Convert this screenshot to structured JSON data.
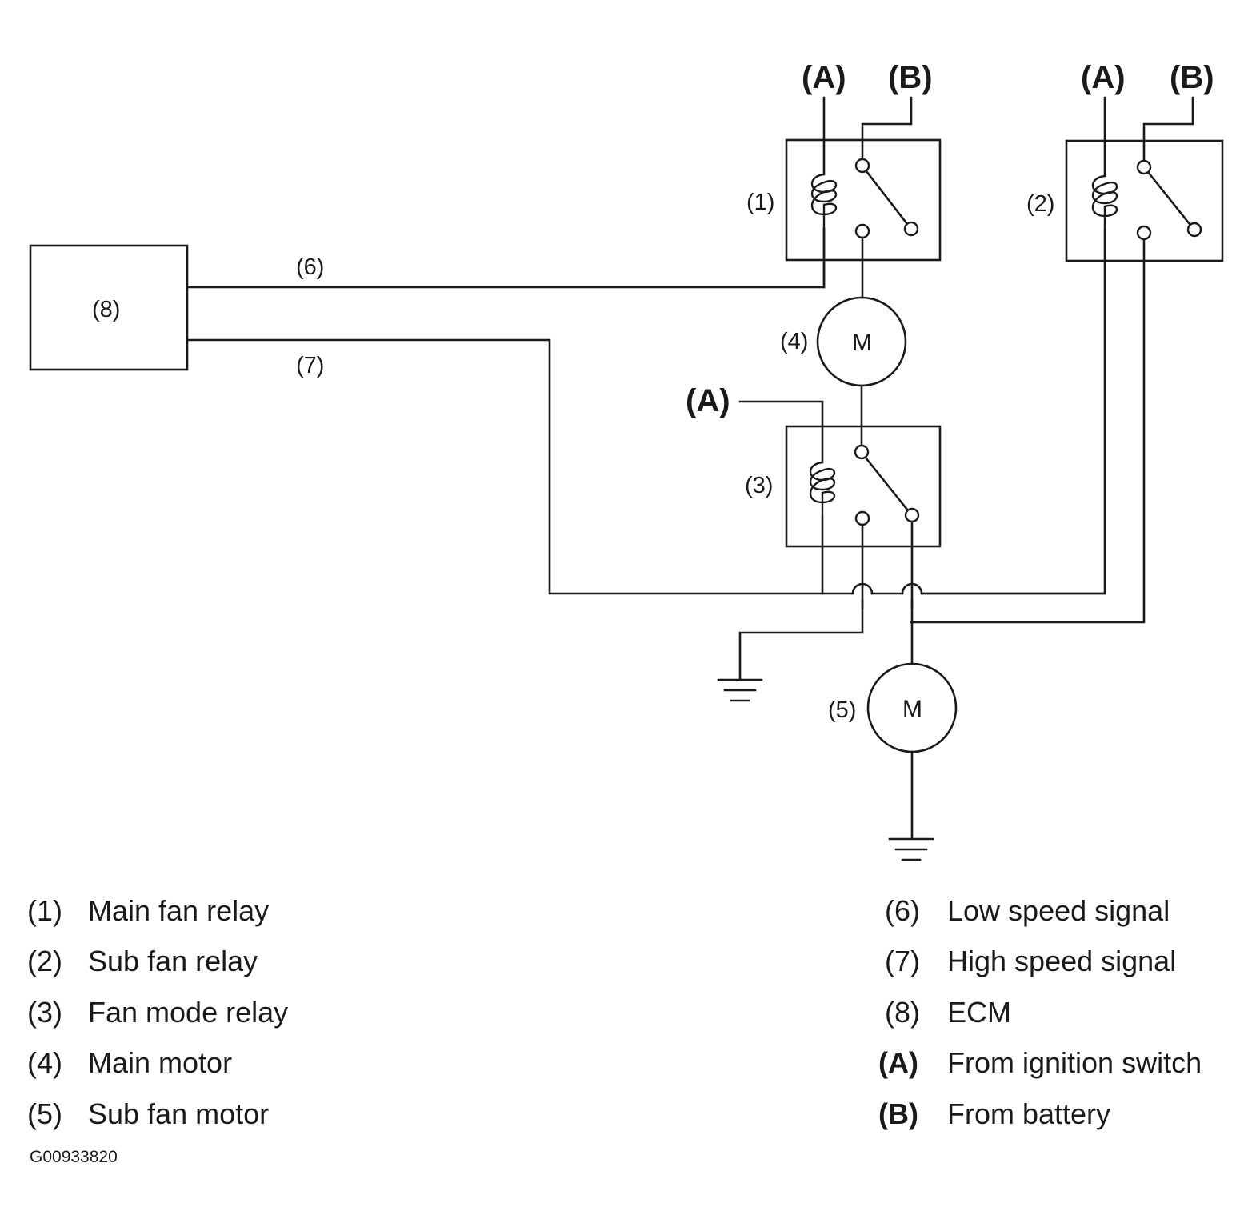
{
  "diagram": {
    "ecm_box_label": "(8)",
    "wire6_label": "(6)",
    "wire7_label": "(7)",
    "relay1_label": "(1)",
    "relay2_label": "(2)",
    "relay3_label": "(3)",
    "motor4_label": "(4)",
    "motor5_label": "(5)",
    "motor_symbol": "M",
    "terminal_a": "(A)",
    "terminal_b": "(B)"
  },
  "legend": {
    "left": [
      {
        "num": "(1)",
        "text": "Main fan relay"
      },
      {
        "num": "(2)",
        "text": "Sub fan relay"
      },
      {
        "num": "(3)",
        "text": "Fan mode relay"
      },
      {
        "num": "(4)",
        "text": "Main motor"
      },
      {
        "num": "(5)",
        "text": "Sub fan motor"
      }
    ],
    "right": [
      {
        "num": "(6)",
        "text": "Low speed signal"
      },
      {
        "num": "(7)",
        "text": "High speed signal"
      },
      {
        "num": "(8)",
        "text": "ECM"
      },
      {
        "num": "(A)",
        "text": "From ignition switch"
      },
      {
        "num": "(B)",
        "text": "From battery"
      }
    ]
  },
  "figure_code": "G00933820"
}
